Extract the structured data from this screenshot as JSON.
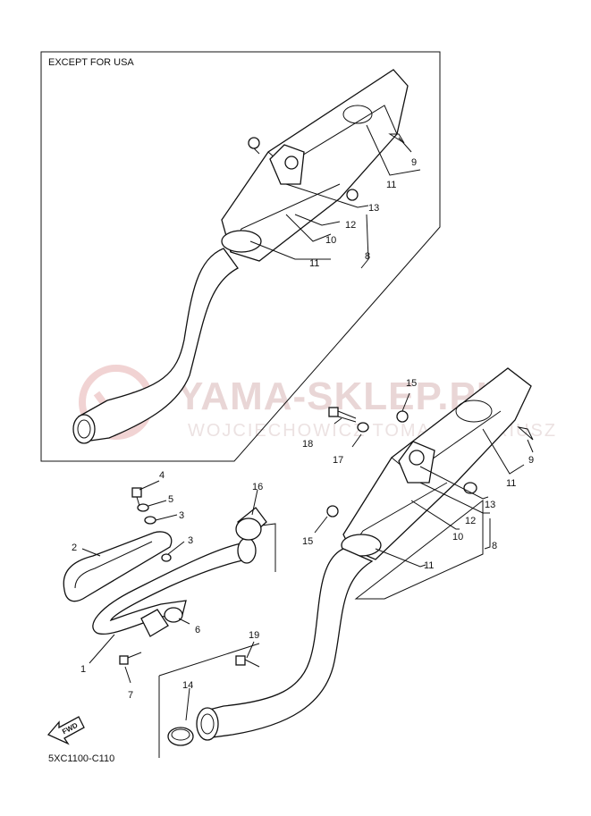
{
  "box_title": "EXCEPT FOR USA",
  "diagram_code": "5XC1100-C110",
  "fwd_label": "FWD",
  "watermark": {
    "title": "YAMA-SKLEP.PL",
    "subtitle": "WOJCIECHOWICZ TOMASZ MARIUSZ"
  },
  "callouts_box": [
    "9",
    "11",
    "13",
    "12",
    "10",
    "8",
    "11"
  ],
  "callouts_main": [
    "15",
    "18",
    "17",
    "9",
    "11",
    "13",
    "12",
    "10",
    "8",
    "11",
    "15",
    "16",
    "4",
    "5",
    "3",
    "3",
    "2",
    "6",
    "1",
    "7",
    "19",
    "14"
  ]
}
